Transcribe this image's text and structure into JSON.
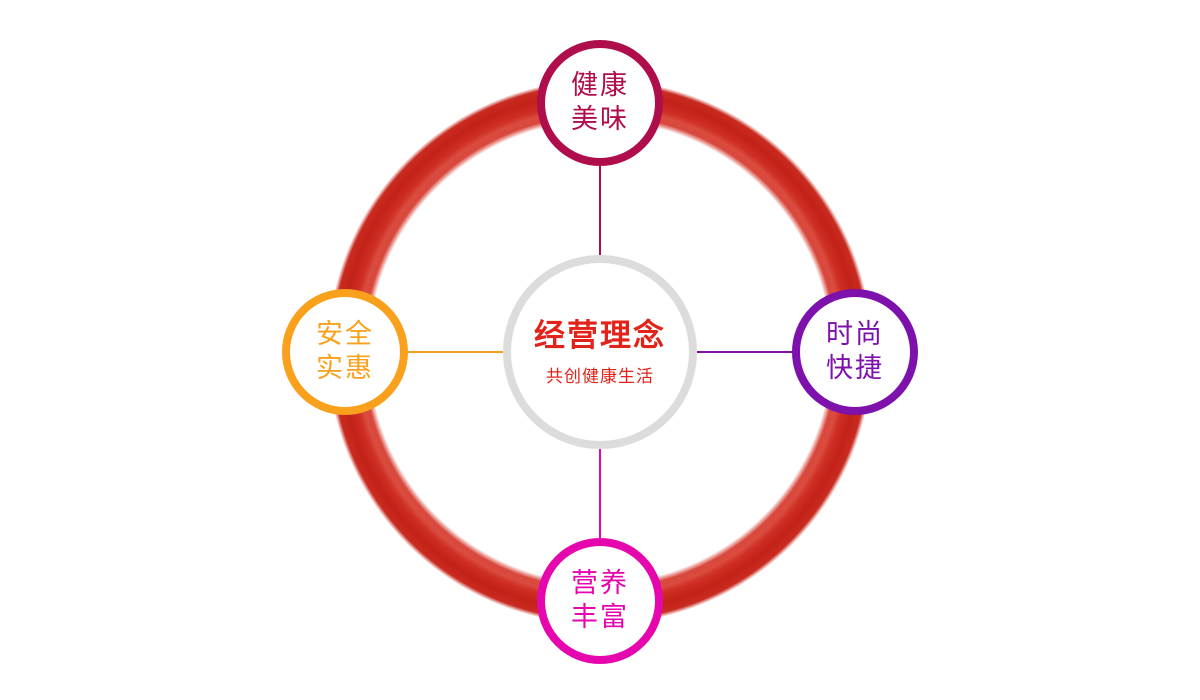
{
  "diagram": {
    "center": {
      "title": "经营理念",
      "subtitle": "共创健康生活"
    },
    "nodes": [
      {
        "id": "top",
        "line1": "健康",
        "line2": "美味",
        "color": "#b00d4d"
      },
      {
        "id": "right",
        "line1": "时尚",
        "line2": "快捷",
        "color": "#7e10ac"
      },
      {
        "id": "bottom",
        "line1": "营养",
        "line2": "丰富",
        "color": "#e606ae"
      },
      {
        "id": "left",
        "line1": "安全",
        "line2": "实惠",
        "color": "#f9a11c"
      }
    ],
    "colors": {
      "ring": "#cd2a20",
      "center_border": "#dcdcdc",
      "center_text": "#e2231a",
      "background": "#ffffff"
    }
  }
}
